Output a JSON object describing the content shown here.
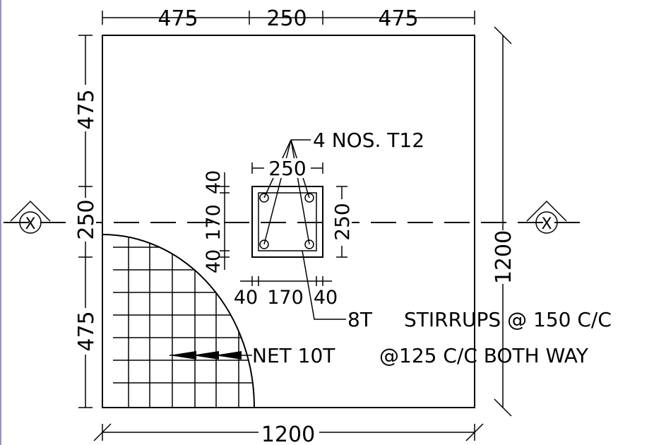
{
  "dimensions": {
    "top": [
      "475",
      "250",
      "475"
    ],
    "bottom": "1200",
    "left": [
      "475",
      "250",
      "475"
    ],
    "right": "1200",
    "column_width": "250",
    "column_height": "250",
    "cover_vertical": [
      "40",
      "170",
      "40"
    ],
    "cover_horizontal": [
      "40",
      "170",
      "40"
    ]
  },
  "annotations": {
    "main_bars": "4 NOS. Τ12",
    "stirrups_dia": "8Τ",
    "stirrups_spacing": "STIRRUPS @ 150 C/C",
    "net_dia": "NET 10Τ",
    "net_spacing": "@125 C/C BOTH WAY"
  },
  "section_markers": {
    "left": "X",
    "right": "X"
  },
  "colors": {
    "line": "#000000",
    "background": "#ffffff",
    "frame_edge": "#9b8fd6"
  }
}
